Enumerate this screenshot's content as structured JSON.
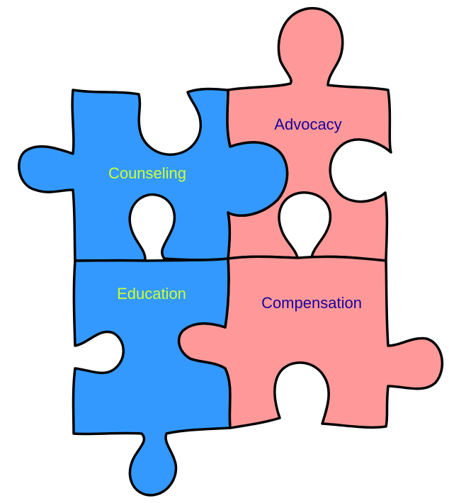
{
  "pieces": {
    "counseling": {
      "label": "Counseling",
      "fill": "#3399FF",
      "text_color": "#CCFF33"
    },
    "advocacy": {
      "label": "Advocacy",
      "fill": "#FF9999",
      "text_color": "#1A0099"
    },
    "education": {
      "label": "Education",
      "fill": "#3399FF",
      "text_color": "#CCFF33"
    },
    "compensation": {
      "label": "Compensation",
      "fill": "#FF9999",
      "text_color": "#1A0099"
    }
  },
  "outline_color": "#000000"
}
